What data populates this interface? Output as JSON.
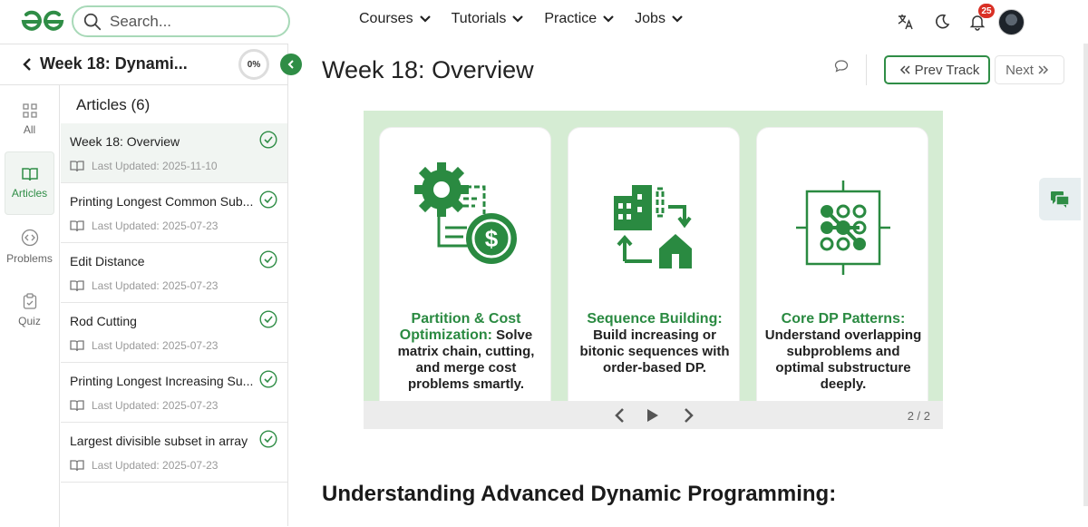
{
  "header": {
    "search_placeholder": "Search...",
    "nav": [
      "Courses",
      "Tutorials",
      "Practice",
      "Jobs"
    ],
    "notification_count": "25"
  },
  "sidebar": {
    "course_title": "Week 18: Dynami...",
    "progress": "0%",
    "rail": [
      "All",
      "Articles",
      "Problems",
      "Quiz"
    ],
    "list_heading": "Articles (6)",
    "articles": [
      {
        "title": "Week 18: Overview",
        "updated": "Last Updated: 2025-11-10"
      },
      {
        "title": "Printing Longest Common Sub...",
        "updated": "Last Updated: 2025-07-23"
      },
      {
        "title": "Edit Distance",
        "updated": "Last Updated: 2025-07-23"
      },
      {
        "title": "Rod Cutting",
        "updated": "Last Updated: 2025-07-23"
      },
      {
        "title": "Printing Longest Increasing Su...",
        "updated": "Last Updated: 2025-07-23"
      },
      {
        "title": "Largest divisible subset in array",
        "updated": "Last Updated: 2025-07-23"
      }
    ]
  },
  "main": {
    "title": "Week 18: Overview",
    "prev_label": "Prev Track",
    "next_label": "Next",
    "slide_counter": "2 / 2",
    "cards": [
      {
        "heading": "Partition & Cost Optimization:",
        "body": "Solve matrix chain, cutting, and merge cost problems smartly."
      },
      {
        "heading": "Sequence Building:",
        "body": "Build increasing or bitonic sequences with order-based DP."
      },
      {
        "heading": "Core DP Patterns:",
        "body": "Understand overlapping subproblems and optimal substructure deeply."
      }
    ],
    "section_heading": "Understanding Advanced Dynamic Programming:"
  },
  "colors": {
    "accent": "#2f8d46",
    "slide_bg": "#d5ecd3"
  }
}
